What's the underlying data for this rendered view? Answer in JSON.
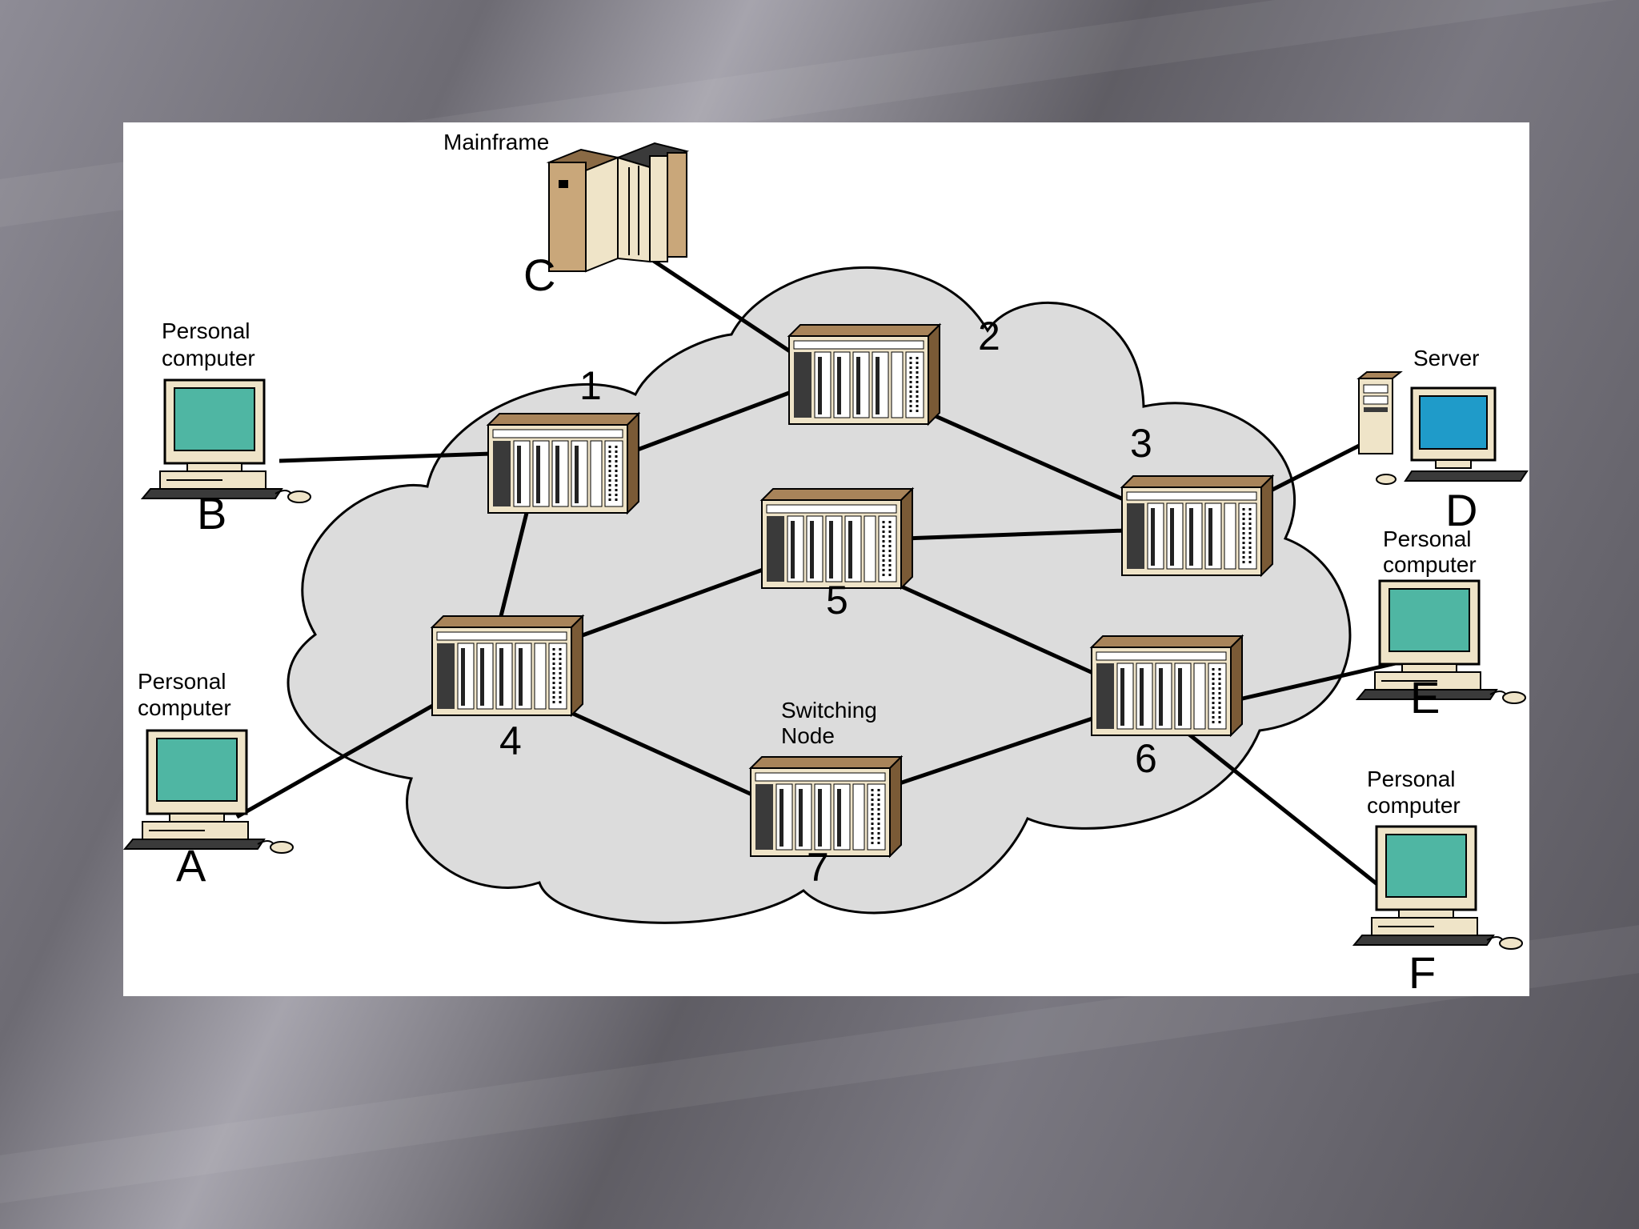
{
  "diagram": {
    "switching_nodes": [
      {
        "id": "1",
        "label": "1"
      },
      {
        "id": "2",
        "label": "2"
      },
      {
        "id": "3",
        "label": "3"
      },
      {
        "id": "4",
        "label": "4"
      },
      {
        "id": "5",
        "label": "5"
      },
      {
        "id": "6",
        "label": "6"
      },
      {
        "id": "7",
        "label": "7"
      }
    ],
    "switching_node_caption": [
      "Switching",
      "Node"
    ],
    "stations": [
      {
        "id": "A",
        "letter": "A",
        "type": "personal-computer",
        "caption": [
          "Personal",
          "computer"
        ]
      },
      {
        "id": "B",
        "letter": "B",
        "type": "personal-computer",
        "caption": [
          "Personal",
          "computer"
        ]
      },
      {
        "id": "C",
        "letter": "C",
        "type": "mainframe",
        "caption": [
          "Mainframe"
        ]
      },
      {
        "id": "D",
        "letter": "D",
        "type": "server",
        "caption": [
          "Server"
        ]
      },
      {
        "id": "E",
        "letter": "E",
        "type": "personal-computer",
        "caption": [
          "Personal",
          "computer"
        ]
      },
      {
        "id": "F",
        "letter": "F",
        "type": "personal-computer",
        "caption": [
          "Personal",
          "computer"
        ]
      }
    ],
    "links": [
      [
        "B",
        "1"
      ],
      [
        "1",
        "2"
      ],
      [
        "C",
        "2"
      ],
      [
        "2",
        "3"
      ],
      [
        "3",
        "D"
      ],
      [
        "1",
        "4"
      ],
      [
        "4",
        "5"
      ],
      [
        "5",
        "3"
      ],
      [
        "5",
        "6"
      ],
      [
        "4",
        "7"
      ],
      [
        "7",
        "6"
      ],
      [
        "A",
        "4"
      ],
      [
        "6",
        "E"
      ],
      [
        "6",
        "F"
      ]
    ],
    "colors": {
      "cloud": "#dcdcdc",
      "node_body": "#e8dcc0",
      "node_dark": "#8a6a45",
      "screen": "#4fb6a3",
      "server_screen": "#1f9bc9",
      "mainframe": "#c9a77a"
    }
  }
}
